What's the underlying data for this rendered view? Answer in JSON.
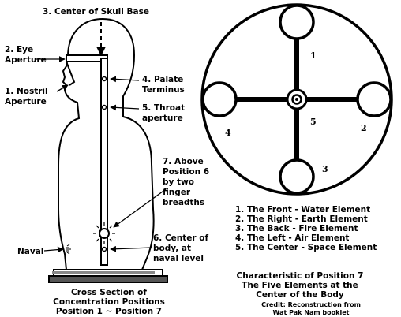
{
  "left_labels": {
    "skull_base": "3. Center of Skull Base",
    "eye_line1": "2. Eye",
    "eye_line2": "Aperture",
    "nostril_line1": "1. Nostril",
    "nostril_line2": "Aperture",
    "palate_line1": "4. Palate",
    "palate_line2": "Terminus",
    "throat_line1": "5. Throat",
    "throat_line2": "aperture",
    "above6_line1": "7. Above",
    "above6_line2": "Position 6",
    "above6_line3": "by two",
    "above6_line4": "finger",
    "above6_line5": "breadths",
    "center_line1": "6. Center of",
    "center_line2": "body, at",
    "center_line3": "naval level",
    "naval": "Naval"
  },
  "left_caption": {
    "line1": "Cross Section of",
    "line2": "Concentration Positions",
    "line3": "Position 1 ~ Position 7"
  },
  "circle_numbers": {
    "n1": "1",
    "n2": "2",
    "n3": "3",
    "n4": "4",
    "n5": "5"
  },
  "legend": [
    "1. The Front - Water Element",
    "2. The Right - Earth Element",
    "3. The Back - Fire Element",
    "4. The Left - Air Element",
    "5. The Center - Space Element"
  ],
  "right_caption": {
    "line1": "Characteristic of Position 7",
    "line2": "The Five Elements at the",
    "line3": "Center of the Body"
  },
  "credit": {
    "line1": "Credit: Reconstruction from",
    "line2": "Wat Pak Nam booklet"
  }
}
